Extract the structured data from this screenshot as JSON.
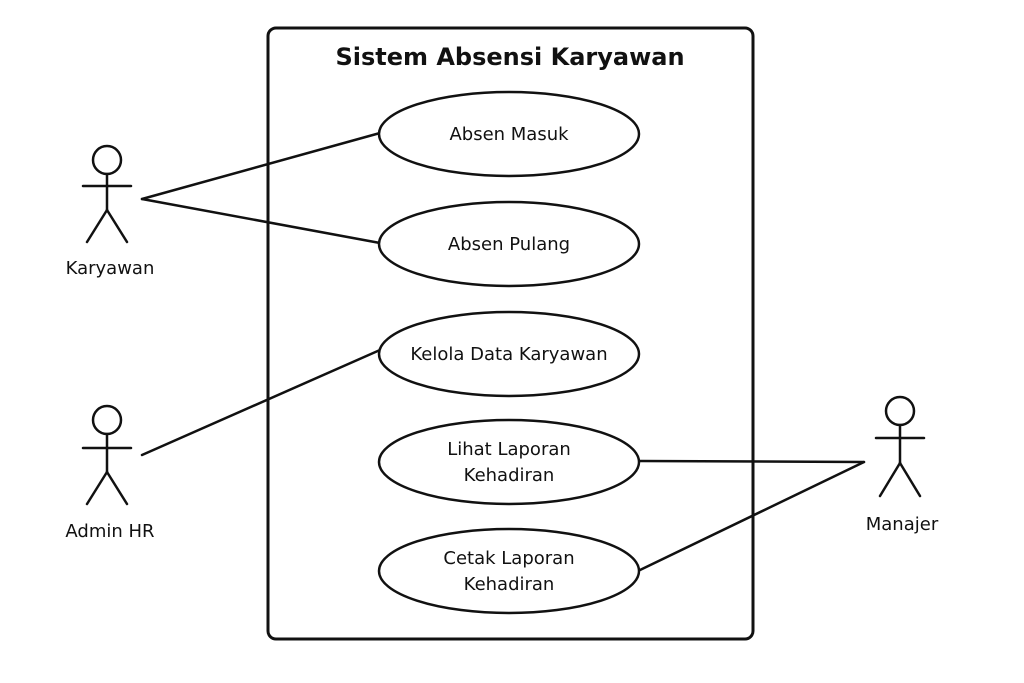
{
  "system": {
    "title": "Sistem Absensi Karyawan"
  },
  "actors": {
    "karyawan": "Karyawan",
    "admin_hr": "Admin HR",
    "manajer": "Manajer"
  },
  "use_cases": {
    "absen_masuk": [
      "Absen Masuk"
    ],
    "absen_pulang": [
      "Absen Pulang"
    ],
    "kelola_data": [
      "Kelola Data Karyawan"
    ],
    "lihat_laporan": [
      "Lihat Laporan",
      "Kehadiran"
    ],
    "cetak_laporan": [
      "Cetak Laporan",
      "Kehadiran"
    ]
  },
  "colors": {
    "line": "#111111",
    "background": "#ffffff"
  }
}
